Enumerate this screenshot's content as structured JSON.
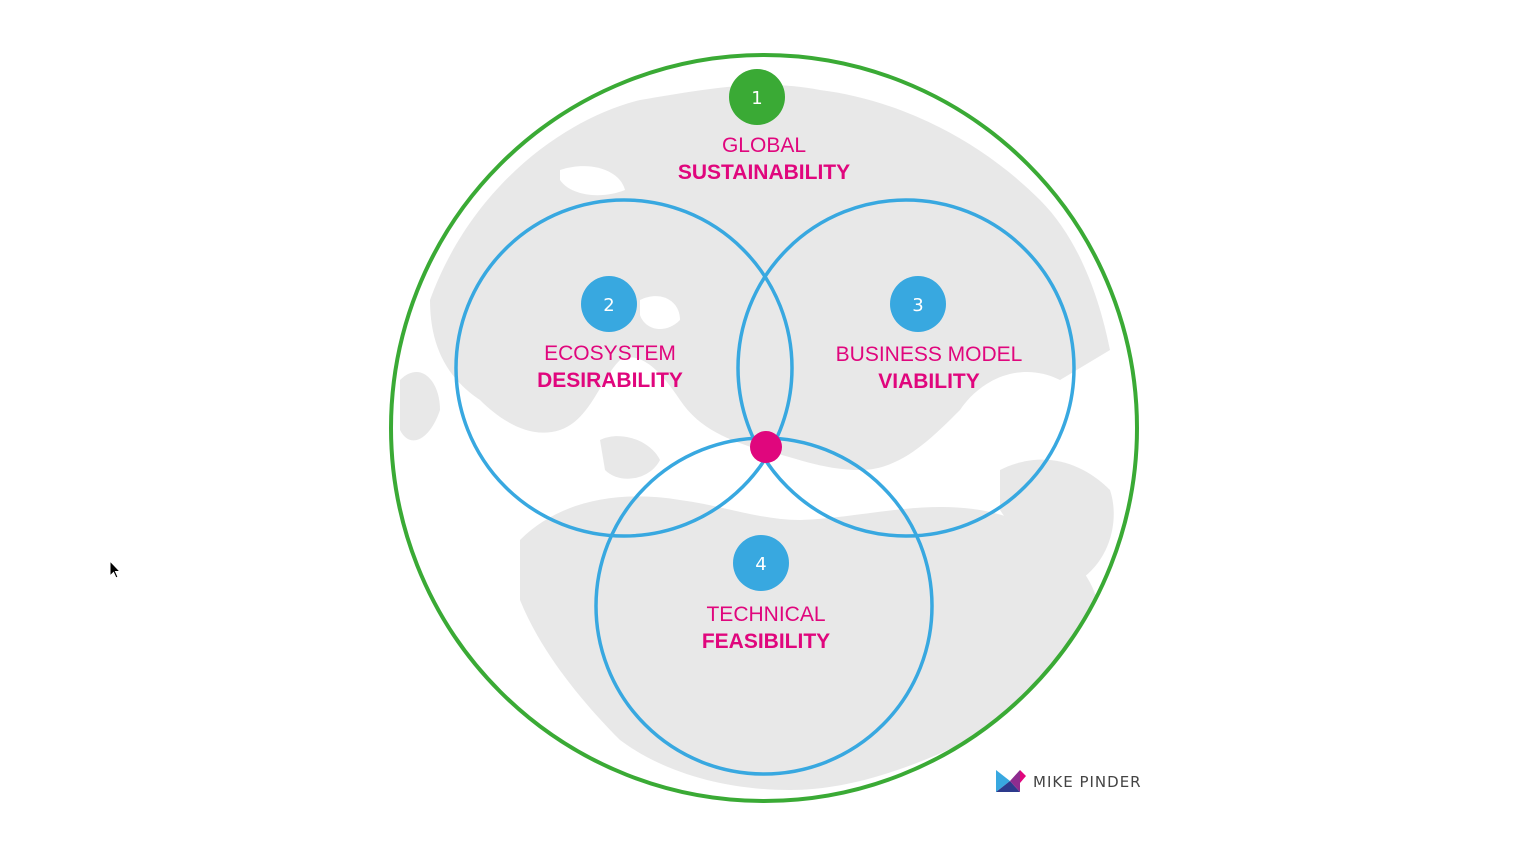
{
  "outer": {
    "badge": "1",
    "line1": "GLOBAL",
    "line2": "SUSTAINABILITY"
  },
  "circles": [
    {
      "badge": "2",
      "line1": "ECOSYSTEM",
      "line2": "DESIRABILITY"
    },
    {
      "badge": "3",
      "line1": "BUSINESS MODEL",
      "line2": "VIABILITY"
    },
    {
      "badge": "4",
      "line1": "TECHNICAL",
      "line2": "FEASIBILITY"
    }
  ],
  "brand": {
    "name": "MIKE PINDER"
  },
  "colors": {
    "outer_ring": "#3aaa35",
    "inner_rings": "#38a8e0",
    "text": "#e0067d",
    "center_dot": "#e0067d",
    "map_land": "#e8e8e8"
  }
}
